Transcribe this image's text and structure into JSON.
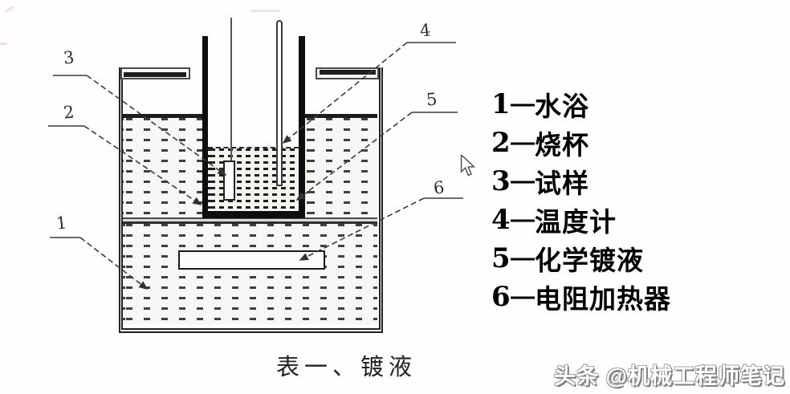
{
  "diagram": {
    "labels": [
      "1",
      "2",
      "3",
      "4",
      "5",
      "6"
    ],
    "caption": "表一、镀液"
  },
  "legend": {
    "separator": "—",
    "items": [
      {
        "num": "1",
        "term": "水浴"
      },
      {
        "num": "2",
        "term": "烧杯"
      },
      {
        "num": "3",
        "term": "试样"
      },
      {
        "num": "4",
        "term": "温度计"
      },
      {
        "num": "5",
        "term": "化学镀液"
      },
      {
        "num": "6",
        "term": "电阻加热器"
      }
    ]
  },
  "watermark": {
    "text": "头条 @机械工程师笔记"
  },
  "colors": {
    "ink": "#1c1c1c",
    "leader": "#3c3c3c",
    "watermark_shadow": "#808080"
  }
}
